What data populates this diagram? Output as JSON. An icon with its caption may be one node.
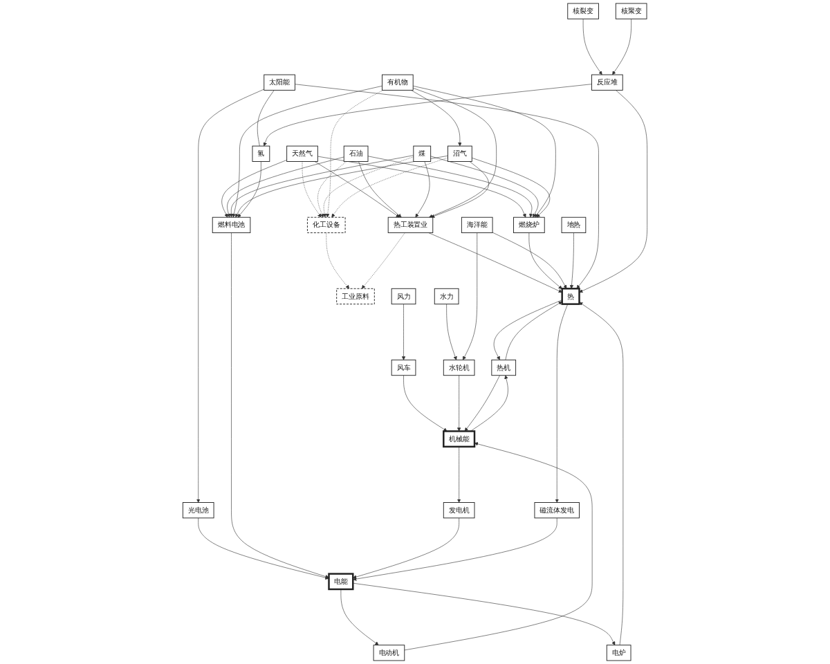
{
  "diagram": {
    "nodes": [
      {
        "text": [
          "天然气"
        ]
      },
      {
        "text": [
          "石油"
        ]
      },
      {
        "text": [
          "煤"
        ]
      },
      {
        "text": [
          "有机物"
        ]
      },
      {
        "text": [
          "沼气"
        ]
      },
      {
        "text": [
          "风力"
        ]
      },
      {
        "text": [
          "水力"
        ]
      },
      {
        "text": [
          "海洋能"
        ]
      },
      {
        "text": [
          "地热"
        ]
      },
      {
        "text": [
          "太阳能"
        ]
      },
      {
        "text": [
          "氢"
        ]
      },
      {
        "text": [
          "核裂变"
        ]
      },
      {
        "text": [
          "核聚变"
        ]
      },
      {
        "text": [
          "化工设备"
        ]
      },
      {
        "text": [
          "热工装置业"
        ]
      },
      {
        "text": [
          "燃烧炉"
        ]
      },
      {
        "text": [
          "风车"
        ]
      },
      {
        "text": [
          "水轮机"
        ]
      },
      {
        "text": [
          "光电池"
        ]
      },
      {
        "text": [
          "燃料电池"
        ]
      },
      {
        "text": [
          "反应堆"
        ]
      },
      {
        "text": [
          "工业原料"
        ]
      },
      {
        "text": [
          "热"
        ]
      },
      {
        "text": [
          "热机"
        ]
      },
      {
        "text": [
          "机械能"
        ]
      },
      {
        "text": [
          "发电机"
        ]
      },
      {
        "text": [
          "电能"
        ]
      },
      {
        "text": [
          "电动机"
        ]
      },
      {
        "text": [
          "磁流体发电"
        ]
      },
      {
        "text": [
          "电炉"
        ]
      }
    ],
    "edges": [
      {
        "from": 3,
        "to": 4,
        "arrow": "to"
      },
      {
        "from": 0,
        "to": 13,
        "arrow": "to",
        "style": "dashed"
      },
      {
        "from": 0,
        "to": 14,
        "arrow": "to"
      },
      {
        "from": 0,
        "to": 15,
        "arrow": "to"
      },
      {
        "from": 0,
        "to": 19,
        "arrow": "to"
      },
      {
        "from": 1,
        "to": 13,
        "arrow": "to",
        "style": "dashed"
      },
      {
        "from": 1,
        "to": 14,
        "arrow": "to"
      },
      {
        "from": 1,
        "to": 15,
        "arrow": "to"
      },
      {
        "from": 1,
        "to": 19,
        "arrow": "to"
      },
      {
        "from": 2,
        "to": 13,
        "arrow": "to",
        "style": "dashed"
      },
      {
        "from": 2,
        "to": 14,
        "arrow": "to"
      },
      {
        "from": 2,
        "to": 15,
        "arrow": "to"
      },
      {
        "from": 2,
        "to": 19,
        "arrow": "to"
      },
      {
        "from": 3,
        "to": 13,
        "arrow": "to",
        "style": "dashed"
      },
      {
        "from": 3,
        "to": 14,
        "arrow": "to"
      },
      {
        "from": 3,
        "to": 15,
        "arrow": "to"
      },
      {
        "from": 3,
        "to": 19,
        "arrow": "to"
      },
      {
        "from": 4,
        "to": 13,
        "arrow": "to",
        "style": "dashed"
      },
      {
        "from": 4,
        "to": 14,
        "arrow": "to"
      },
      {
        "from": 4,
        "to": 15,
        "arrow": "to"
      },
      {
        "from": 4,
        "to": 19,
        "arrow": "to"
      },
      {
        "from": 5,
        "to": 16,
        "arrow": "to"
      },
      {
        "from": 6,
        "to": 17,
        "arrow": "to"
      },
      {
        "from": 7,
        "to": 17,
        "arrow": "to"
      },
      {
        "from": 9,
        "to": 10,
        "arrow": "none"
      },
      {
        "from": 10,
        "to": 19,
        "arrow": "to"
      },
      {
        "from": 9,
        "to": 18,
        "arrow": "to"
      },
      {
        "from": 11,
        "to": 20,
        "arrow": "to"
      },
      {
        "from": 12,
        "to": 20,
        "arrow": "to"
      },
      {
        "from": 20,
        "to": 10,
        "arrow": "to"
      },
      {
        "from": 14,
        "to": 22,
        "arrow": "to"
      },
      {
        "from": 15,
        "to": 22,
        "arrow": "to"
      },
      {
        "from": 7,
        "to": 22,
        "arrow": "to"
      },
      {
        "from": 8,
        "to": 22,
        "arrow": "to"
      },
      {
        "from": 9,
        "to": 22,
        "arrow": "to"
      },
      {
        "from": 20,
        "to": 22,
        "arrow": "to"
      },
      {
        "from": 13,
        "to": 21,
        "arrow": "to",
        "style": "dashed"
      },
      {
        "from": 14,
        "to": 21,
        "arrow": "to",
        "style": "dashed"
      },
      {
        "from": 16,
        "to": 24,
        "arrow": "to"
      },
      {
        "from": 17,
        "to": 24,
        "arrow": "to"
      },
      {
        "from": 18,
        "to": 26,
        "arrow": "to"
      },
      {
        "from": 19,
        "to": 26,
        "arrow": "to"
      },
      {
        "from": 22,
        "to": 23,
        "arrow": "to"
      },
      {
        "from": 23,
        "to": 24,
        "arrow": "to"
      },
      {
        "from": 24,
        "to": 23,
        "arrow": "to"
      },
      {
        "from": 23,
        "to": 22,
        "arrow": "to"
      },
      {
        "from": 24,
        "to": 25,
        "arrow": "to"
      },
      {
        "from": 25,
        "to": 26,
        "arrow": "to"
      },
      {
        "from": 26,
        "to": 27,
        "arrow": "to"
      },
      {
        "from": 27,
        "to": 24,
        "arrow": "to"
      },
      {
        "from": 22,
        "to": 28,
        "arrow": "to"
      },
      {
        "from": 28,
        "to": 26,
        "arrow": "to"
      },
      {
        "from": 26,
        "to": 29,
        "arrow": "to"
      },
      {
        "from": 29,
        "to": 22,
        "arrow": "to"
      }
    ]
  }
}
